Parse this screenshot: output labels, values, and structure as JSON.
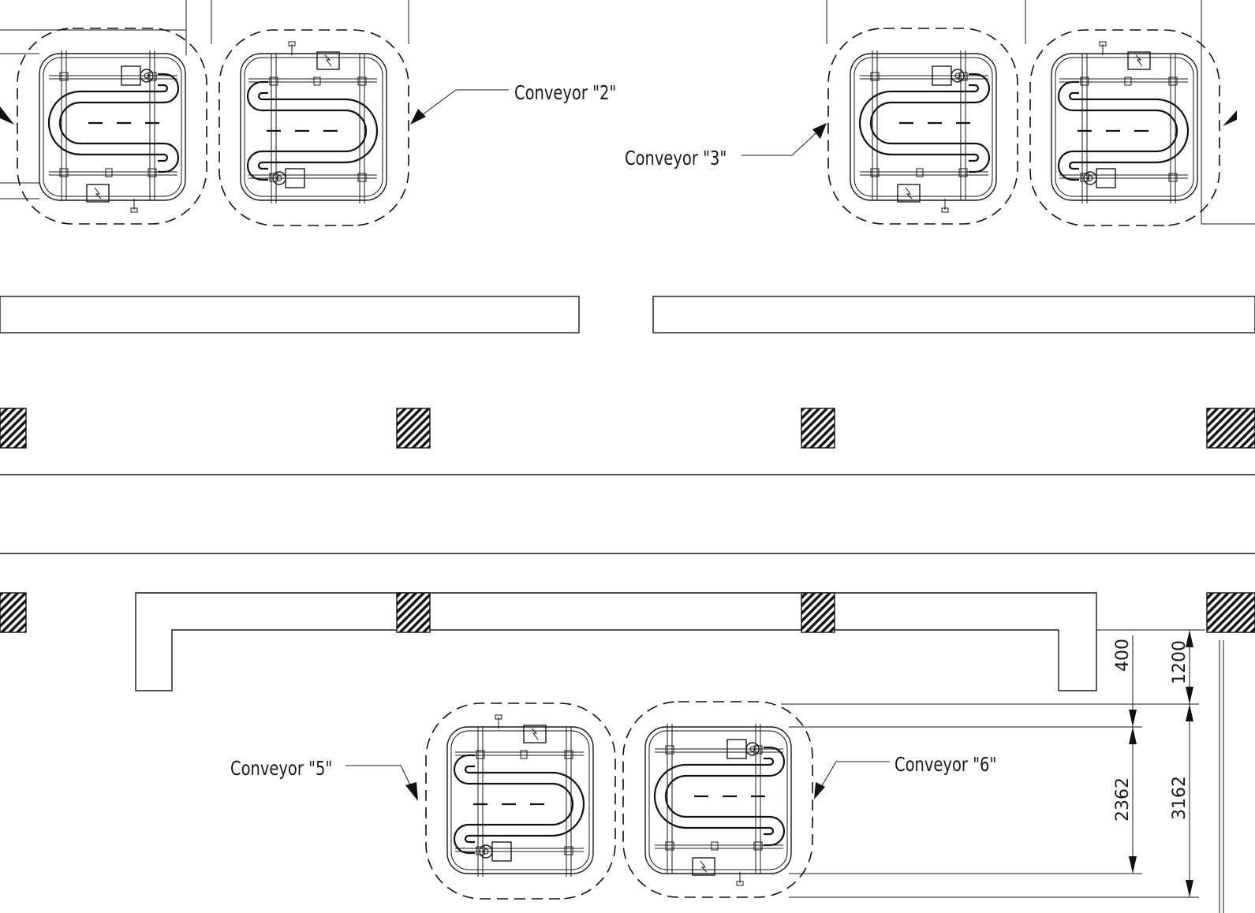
{
  "labels": {
    "conveyor_2": "Conveyor \"2\"",
    "conveyor_3": "Conveyor \"3\"",
    "conveyor_5": "Conveyor \"5\"",
    "conveyor_6": "Conveyor \"6\""
  },
  "dimensions": {
    "d400": "400",
    "d1200": "1200",
    "d2362": "2362",
    "d3162": "3162"
  },
  "colors": {
    "line": "#1a1a1a",
    "background": "#ffffff"
  }
}
